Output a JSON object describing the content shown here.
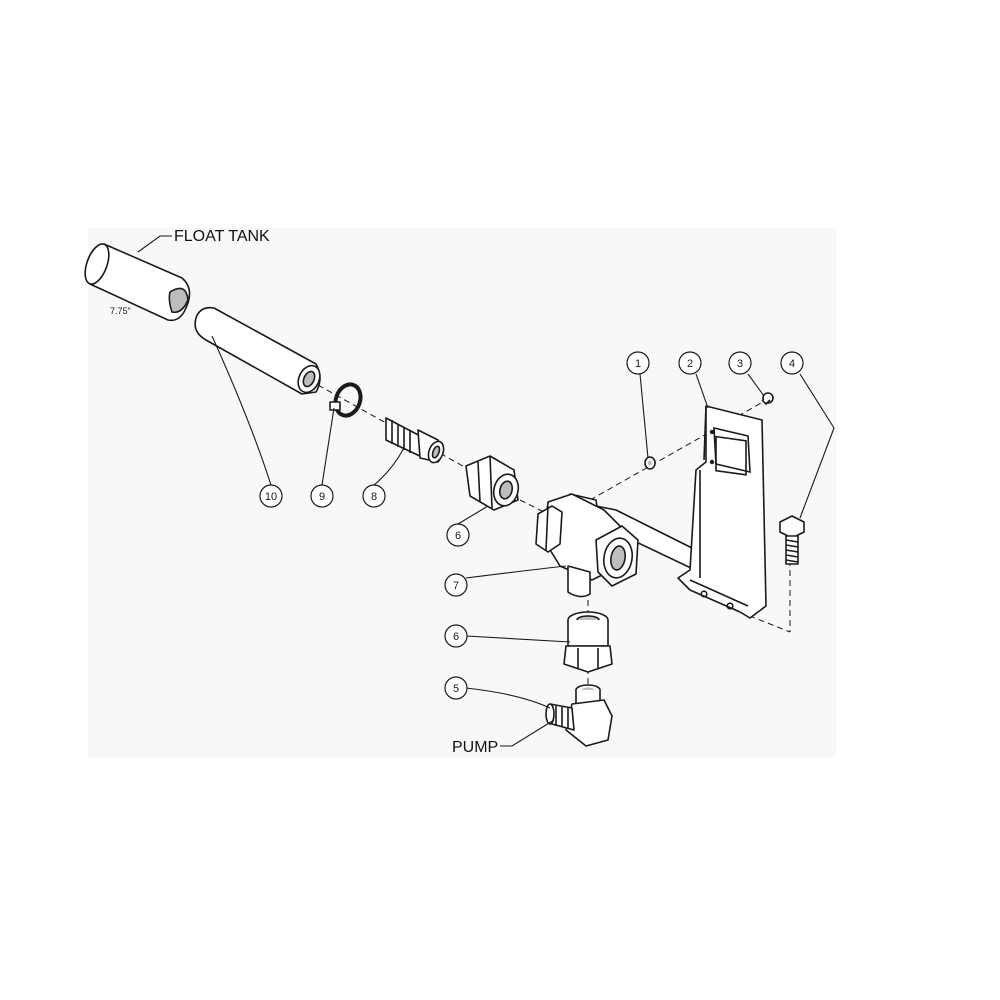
{
  "labels": {
    "float_tank": "FLOAT TANK",
    "pump": "PUMP",
    "length": "7.75\""
  },
  "balloons": {
    "b1": "1",
    "b2": "2",
    "b3": "3",
    "b4": "4",
    "b5": "5",
    "b6a": "6",
    "b6b": "6",
    "b7": "7",
    "b8": "8",
    "b9": "9",
    "b10": "10"
  },
  "colors": {
    "ink": "#1a1a1a",
    "panel": "#f8f8f8",
    "part_fill": "#ffffff",
    "shade": "#bdbdbd"
  }
}
